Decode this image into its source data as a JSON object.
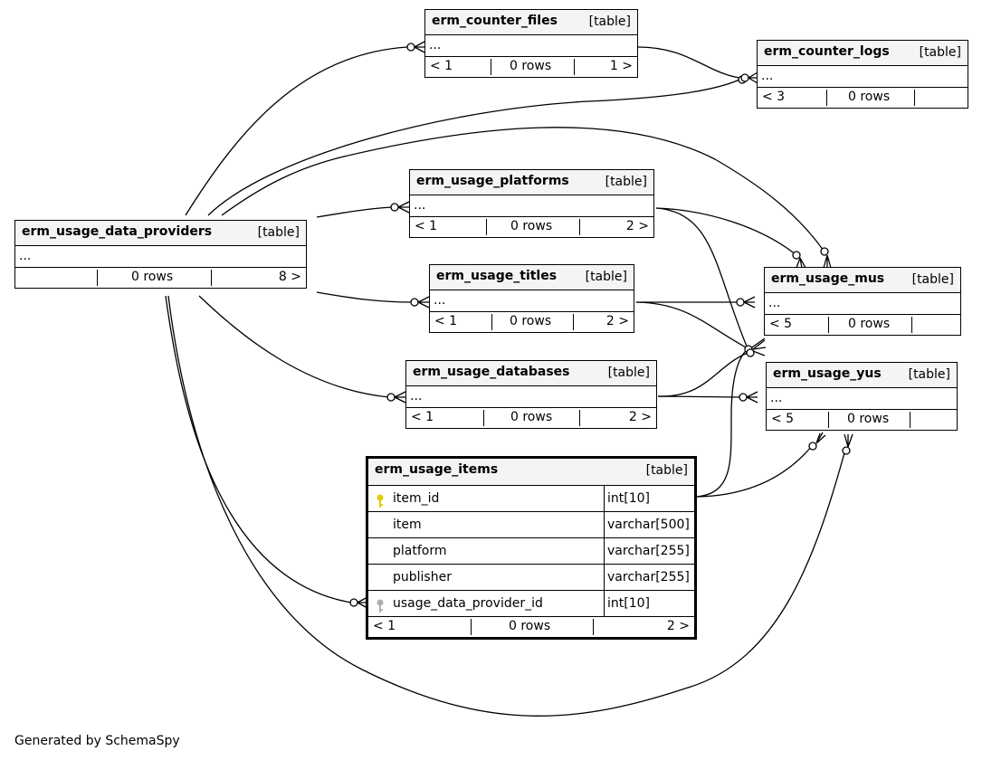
{
  "footer": "Generated by SchemaSpy",
  "colors": {
    "primary_key": "#e0d000",
    "foreign_key": "#b0b0b0",
    "header_bg": "#f4f4f4"
  },
  "tables": {
    "counter_files": {
      "name": "erm_counter_files",
      "kind": "[table]",
      "body": "...",
      "left": "< 1",
      "rows": "0 rows",
      "right": "1 >"
    },
    "counter_logs": {
      "name": "erm_counter_logs",
      "kind": "[table]",
      "body": "...",
      "left": "< 3",
      "rows": "0 rows",
      "right": ""
    },
    "usage_platforms": {
      "name": "erm_usage_platforms",
      "kind": "[table]",
      "body": "...",
      "left": "< 1",
      "rows": "0 rows",
      "right": "2 >"
    },
    "usage_data_providers": {
      "name": "erm_usage_data_providers",
      "kind": "[table]",
      "body": "...",
      "left": "",
      "rows": "0 rows",
      "right": "8 >"
    },
    "usage_titles": {
      "name": "erm_usage_titles",
      "kind": "[table]",
      "body": "...",
      "left": "< 1",
      "rows": "0 rows",
      "right": "2 >"
    },
    "usage_mus": {
      "name": "erm_usage_mus",
      "kind": "[table]",
      "body": "...",
      "left": "< 5",
      "rows": "0 rows",
      "right": ""
    },
    "usage_databases": {
      "name": "erm_usage_databases",
      "kind": "[table]",
      "body": "...",
      "left": "< 1",
      "rows": "0 rows",
      "right": "2 >"
    },
    "usage_yus": {
      "name": "erm_usage_yus",
      "kind": "[table]",
      "body": "...",
      "left": "< 5",
      "rows": "0 rows",
      "right": ""
    },
    "usage_items": {
      "name": "erm_usage_items",
      "kind": "[table]",
      "columns": [
        {
          "name": "item_id",
          "type": "int[10]",
          "key": "primary-key"
        },
        {
          "name": "item",
          "type": "varchar[500]",
          "key": ""
        },
        {
          "name": "platform",
          "type": "varchar[255]",
          "key": ""
        },
        {
          "name": "publisher",
          "type": "varchar[255]",
          "key": ""
        },
        {
          "name": "usage_data_provider_id",
          "type": "int[10]",
          "key": "foreign-key"
        }
      ],
      "left": "< 1",
      "rows": "0 rows",
      "right": "2 >"
    }
  }
}
